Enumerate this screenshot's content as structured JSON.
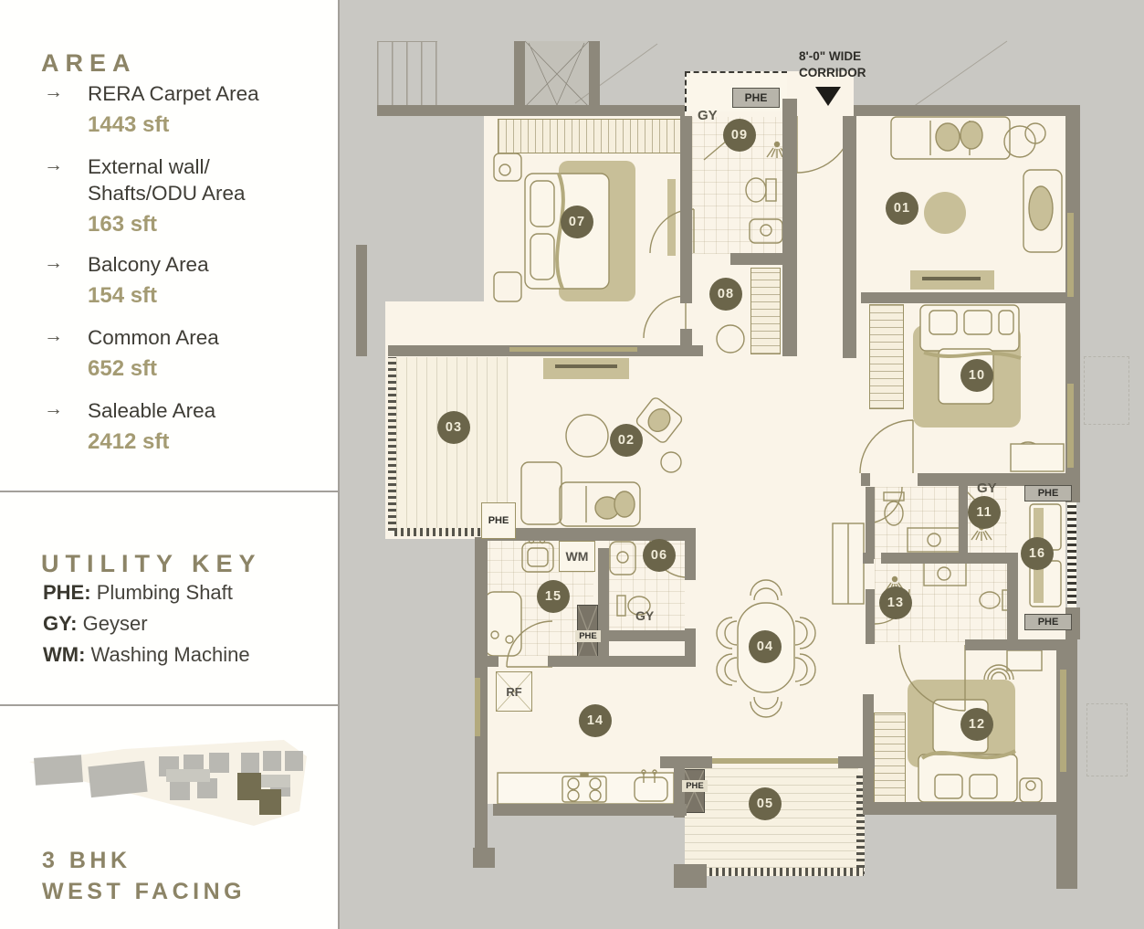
{
  "colors": {
    "background": "#c9c8c3",
    "sidebar_bg": "#fffffd",
    "heading_olive": "#8c8466",
    "text_dark": "#3f3d36",
    "value_olive": "#a49b73",
    "floor_cream": "#faf4e8",
    "wall_gray": "#8d887b",
    "furniture_tan": "#c8bf98",
    "badge_bg": "#6b654a"
  },
  "sidebar": {
    "area": {
      "heading": "AREA",
      "items": [
        {
          "label": "RERA Carpet Area",
          "value": "1443 sft"
        },
        {
          "label": "External wall/ Shafts/ODU Area",
          "value": "163 sft"
        },
        {
          "label": "Balcony Area",
          "value": "154 sft"
        },
        {
          "label": "Common Area",
          "value": "652 sft"
        },
        {
          "label": "Saleable Area",
          "value": "2412 sft"
        }
      ]
    },
    "utility_key": {
      "heading": "UTILITY KEY",
      "items": [
        {
          "abbr": "PHE:",
          "desc": "Plumbing Shaft"
        },
        {
          "abbr": "GY:",
          "desc": "Geyser"
        },
        {
          "abbr": "WM:",
          "desc": "Washing Machine"
        }
      ]
    },
    "caption": {
      "line1": "3 BHK",
      "line2": "WEST FACING"
    }
  },
  "plan": {
    "corridor_label": {
      "line1": "8'-0\" WIDE",
      "line2": "CORRIDOR"
    },
    "labels": {
      "phe": "PHE",
      "gy": "GY",
      "wm": "WM",
      "rf": "RF"
    },
    "rooms": [
      {
        "num": "01"
      },
      {
        "num": "02"
      },
      {
        "num": "03"
      },
      {
        "num": "04"
      },
      {
        "num": "05"
      },
      {
        "num": "06"
      },
      {
        "num": "07"
      },
      {
        "num": "08"
      },
      {
        "num": "09"
      },
      {
        "num": "10"
      },
      {
        "num": "11"
      },
      {
        "num": "12"
      },
      {
        "num": "13"
      },
      {
        "num": "14"
      },
      {
        "num": "15"
      },
      {
        "num": "16"
      }
    ]
  },
  "icons": {
    "arrow": "→"
  }
}
